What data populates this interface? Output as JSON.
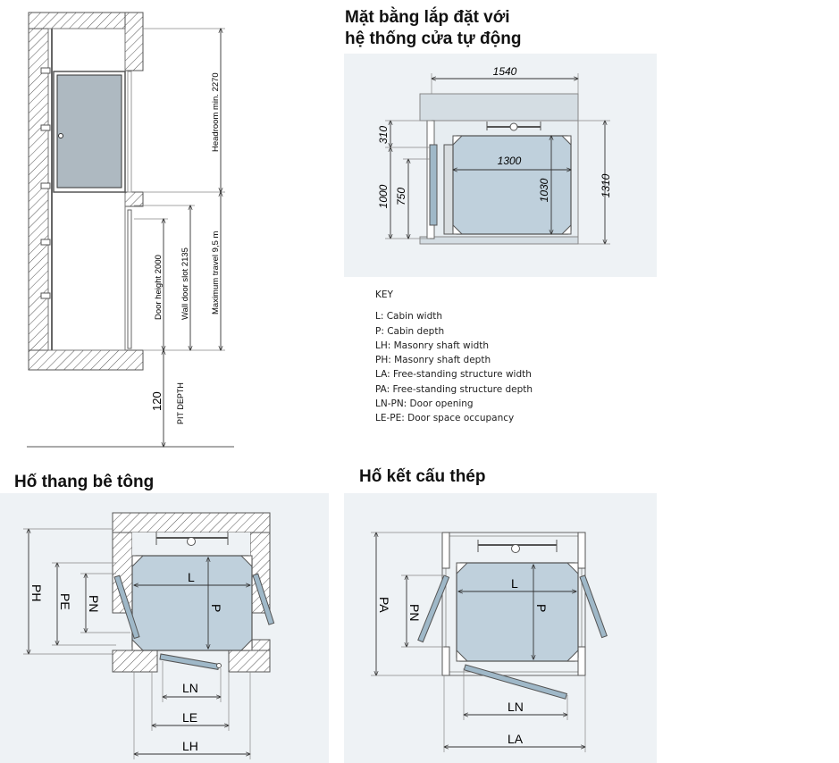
{
  "headings": {
    "automatic_door_plan": [
      "Mặt bằng lắp đặt với",
      "hệ thống cửa tự động"
    ],
    "concrete_shaft": "Hố thang bê tông",
    "steel_structure_shaft": "Hố kết cấu thép"
  },
  "section_view": {
    "headroom": "Headroom min. 2270",
    "door_height": "Door height 2000",
    "wall_door_slot": "Wall door slot 2135",
    "maximum_travel": "Maximum travel 9,5 m",
    "pit_value": "120",
    "pit_depth": "PIT DEPTH"
  },
  "plan_view": {
    "width_overall": "1540",
    "cabin_width": "1300",
    "top_offset": "310",
    "door_opening": "1000",
    "door_inner": "750",
    "cabin_depth": "1030",
    "depth_overall": "1310"
  },
  "key": {
    "title": "KEY",
    "items": [
      "L: Cabin width",
      "P: Cabin depth",
      "LH: Masonry shaft width",
      "PH: Masonry shaft depth",
      "LA: Free-standing structure width",
      "PA: Free-standing structure depth",
      "LN-PN: Door opening",
      "LE-PE: Door space occupancy"
    ]
  },
  "concrete_plan": {
    "L": "L",
    "P": "P",
    "PH": "PH",
    "PE": "PE",
    "PN": "PN",
    "LN": "LN",
    "LE": "LE",
    "LH": "LH"
  },
  "steel_plan": {
    "L": "L",
    "P": "P",
    "PA": "PA",
    "PN": "PN",
    "LN": "LN",
    "LA": "LA"
  },
  "colors": {
    "cabin_fill": "#bfd0dc",
    "panel_bg": "#eef2f5",
    "wall_line": "#555555",
    "door_fill": "#9fb8c8"
  }
}
